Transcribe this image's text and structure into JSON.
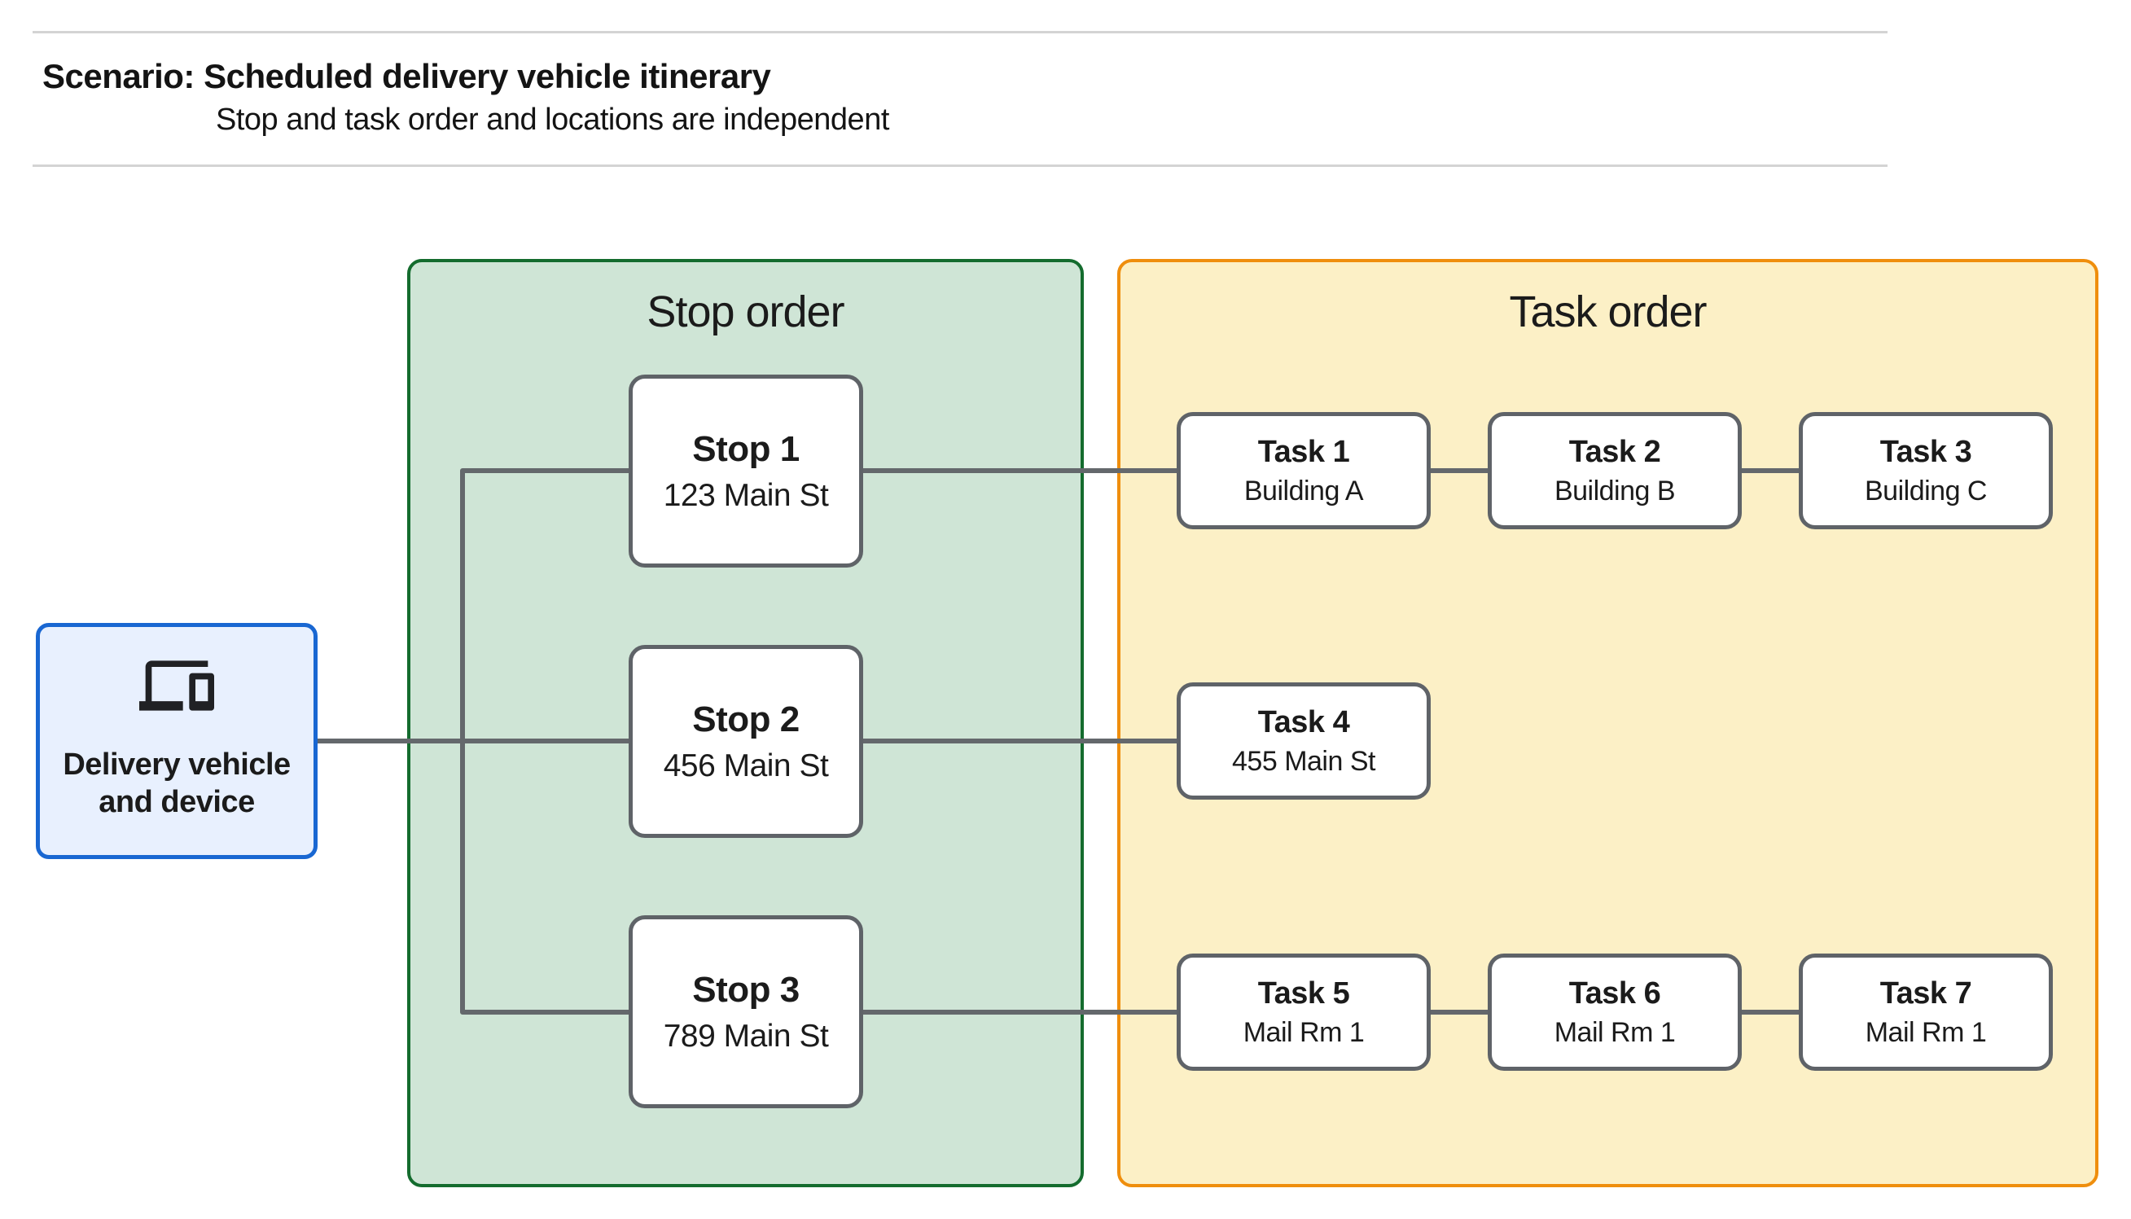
{
  "header": {
    "title": "Scenario: Scheduled delivery vehicle itinerary",
    "subtitle": "Stop and task order and locations are independent"
  },
  "vehicle": {
    "label": "Delivery vehicle and device",
    "icon": "devices-icon"
  },
  "stop_panel": {
    "title": "Stop order",
    "stops": [
      {
        "title": "Stop 1",
        "subtitle": "123 Main St"
      },
      {
        "title": "Stop 2",
        "subtitle": "456 Main St"
      },
      {
        "title": "Stop 3",
        "subtitle": "789 Main St"
      }
    ]
  },
  "task_panel": {
    "title": "Task order",
    "tasks": [
      {
        "title": "Task 1",
        "subtitle": "Building A"
      },
      {
        "title": "Task 2",
        "subtitle": "Building B"
      },
      {
        "title": "Task 3",
        "subtitle": "Building C"
      },
      {
        "title": "Task 4",
        "subtitle": "455 Main St"
      },
      {
        "title": "Task 5",
        "subtitle": "Mail Rm 1"
      },
      {
        "title": "Task 6",
        "subtitle": "Mail Rm 1"
      },
      {
        "title": "Task 7",
        "subtitle": "Mail Rm 1"
      }
    ]
  },
  "colors": {
    "stop_panel_fill": "#CFE5D6",
    "stop_panel_border": "#146C2E",
    "task_panel_fill": "#FCF0C6",
    "task_panel_border": "#EF8E0D",
    "vehicle_fill": "#E8F0FE",
    "vehicle_border": "#1967D2",
    "node_border": "#5F6368",
    "connector": "#64686C",
    "divider": "#D4D4D4",
    "text": "#1B1B1B"
  }
}
